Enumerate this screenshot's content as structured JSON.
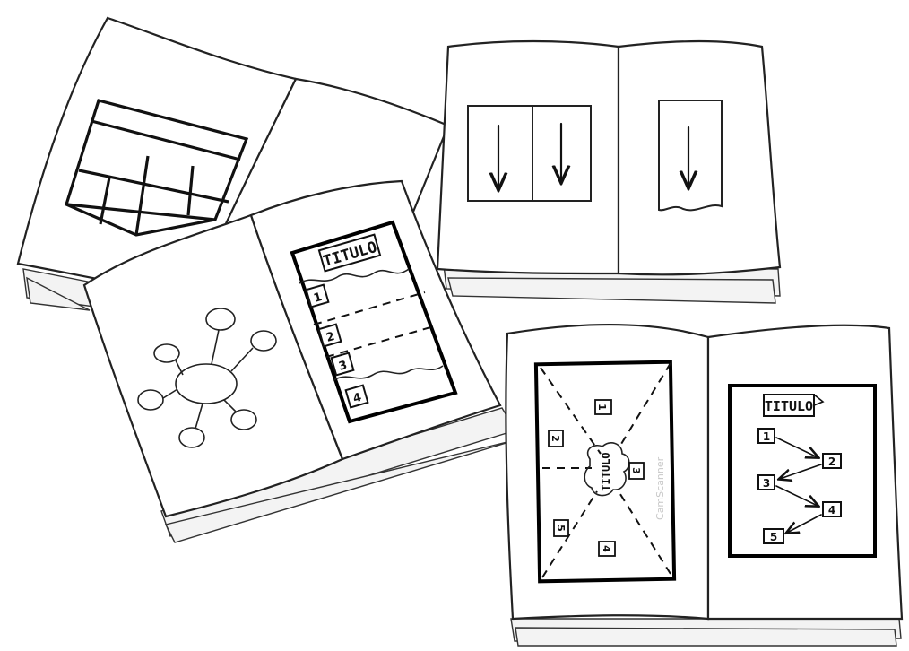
{
  "notebook_mapa_mental": {
    "title": "TITULO",
    "sections": [
      "1",
      "2",
      "3",
      "4"
    ]
  },
  "notebook_radial": {
    "title": "TITULO",
    "sections": [
      "1",
      "2",
      "3",
      "4",
      "5"
    ]
  },
  "notebook_flow": {
    "title": "TITULO",
    "steps": [
      "1",
      "2",
      "3",
      "4",
      "5"
    ]
  },
  "watermark": "CamScanner",
  "colors": {
    "ink": "#111111",
    "paper": "#ffffff"
  }
}
